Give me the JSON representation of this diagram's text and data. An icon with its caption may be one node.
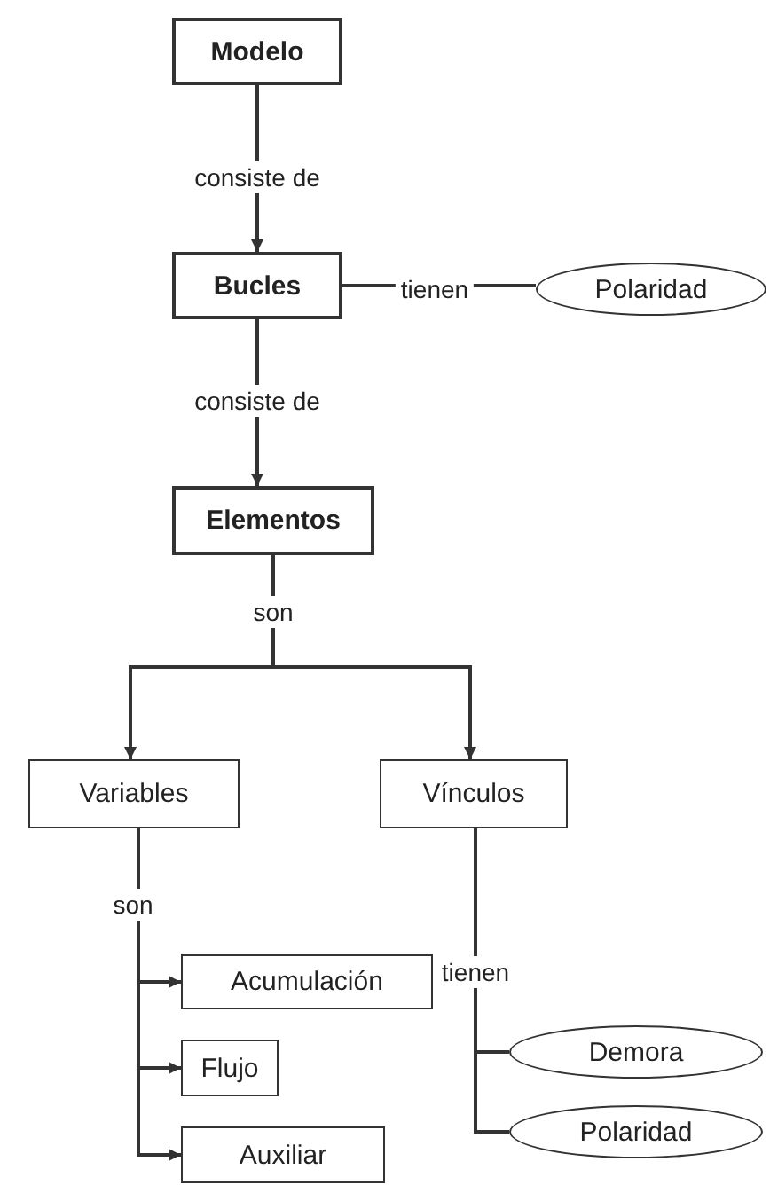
{
  "diagram": {
    "nodes": [
      {
        "text": [
          "Modelo"
        ]
      },
      {
        "text": [
          "Bucles"
        ]
      },
      {
        "text": [
          "Polaridad"
        ]
      },
      {
        "text": [
          "Elementos"
        ]
      },
      {
        "text": [
          "Variables"
        ]
      },
      {
        "text": [
          "Vínculos"
        ]
      },
      {
        "text": [
          "Acumulación"
        ]
      },
      {
        "text": [
          "Flujo"
        ]
      },
      {
        "text": [
          "Auxiliar"
        ]
      },
      {
        "text": [
          "Demora"
        ]
      },
      {
        "text": [
          "Polaridad"
        ]
      }
    ],
    "edges": [
      {
        "from": 0,
        "to": 1,
        "arrow": "to",
        "label": "consiste de"
      },
      {
        "from": 1,
        "to": 2,
        "arrow": "none",
        "label": "tienen"
      },
      {
        "from": 1,
        "to": 3,
        "arrow": "to",
        "label": "consiste de"
      },
      {
        "from": 3,
        "to": 4,
        "arrow": "to",
        "label": "son"
      },
      {
        "from": 3,
        "to": 5,
        "arrow": "to"
      },
      {
        "from": 4,
        "to": 6,
        "arrow": "to",
        "label": "son"
      },
      {
        "from": 4,
        "to": 7,
        "arrow": "to"
      },
      {
        "from": 4,
        "to": 8,
        "arrow": "to"
      },
      {
        "from": 5,
        "to": 9,
        "arrow": "none",
        "label": "tienen"
      },
      {
        "from": 5,
        "to": 10,
        "arrow": "none"
      }
    ]
  }
}
